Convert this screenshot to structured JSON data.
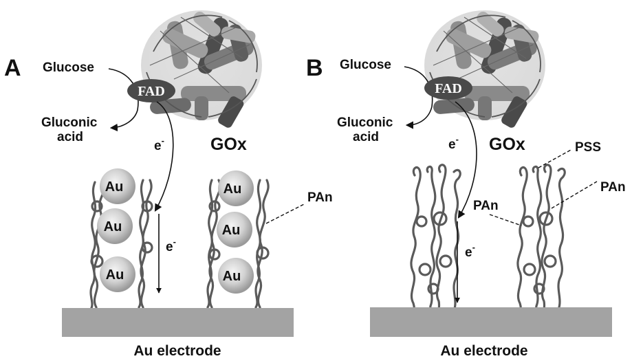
{
  "panels": {
    "a": {
      "letter": "A",
      "substrate": "Glucose",
      "product_line1": "Gluconic",
      "product_line2": "acid",
      "cofactor": "FAD",
      "enzyme": "GOx",
      "electron": "e",
      "electron_sup": "-",
      "nanoparticle": "Au",
      "polymer": "PAn",
      "electrode": "Au electrode"
    },
    "b": {
      "letter": "B",
      "substrate": "Glucose",
      "product_line1": "Gluconic",
      "product_line2": "acid",
      "cofactor": "FAD",
      "enzyme": "GOx",
      "electron": "e",
      "electron_sup": "-",
      "polymer_pss": "PSS",
      "polymer_pan_right": "PAn",
      "polymer_pan_left": "PAn",
      "electrode": "Au electrode"
    }
  },
  "colors": {
    "electrode": "#a3a3a3",
    "polymer": "#5a5a5a",
    "nanoparticle": "#d6d6d6",
    "fad_ellipse": "#4a4a4a",
    "text": "#111111"
  }
}
